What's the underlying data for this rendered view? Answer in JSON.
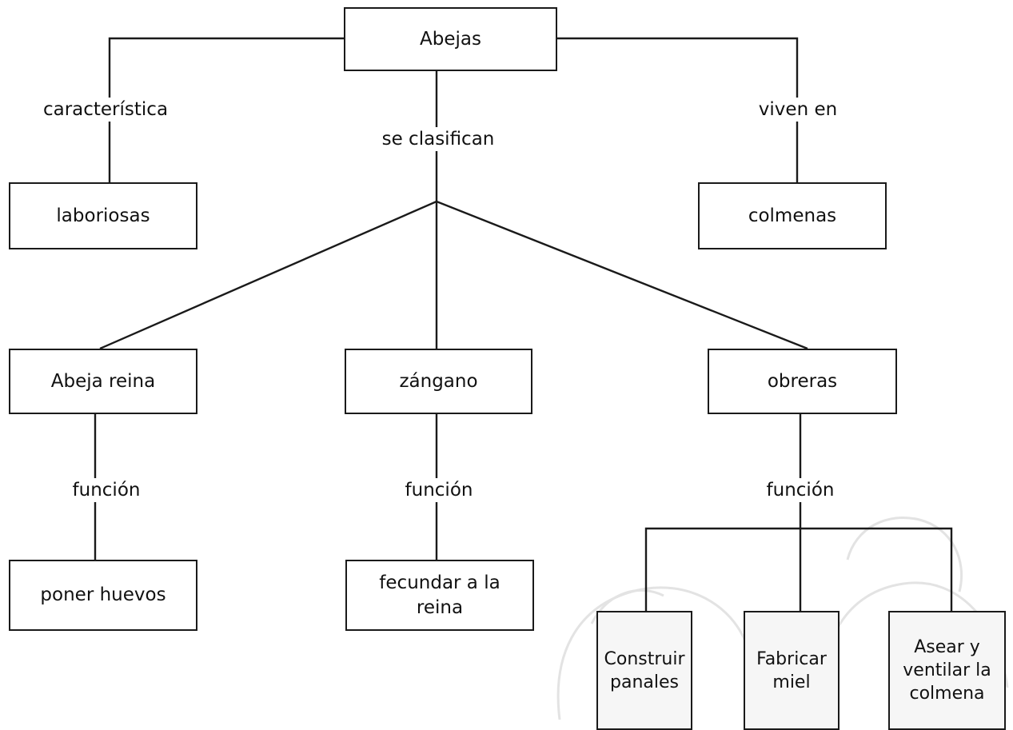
{
  "diagram": {
    "root": "Abejas",
    "links": {
      "characteristic": "característica",
      "classified": "se clasifican",
      "lives_in": "viven en",
      "function_queen": "función",
      "function_drone": "función",
      "function_workers": "función"
    },
    "nodes": {
      "laboriosas": "laboriosas",
      "colmenas": "colmenas",
      "queen": "Abeja reina",
      "drone": "zángano",
      "workers": "obreras",
      "lay_eggs": "poner huevos",
      "fertilize": "fecundar a la reina",
      "build": "Construir panales",
      "honey": "Fabricar miel",
      "clean": "Asear y ventilar la colmena"
    },
    "colors": {
      "line": "#1a1a1a",
      "box_fill": "#ffffff",
      "small_box_fill": "#f6f6f6"
    }
  }
}
